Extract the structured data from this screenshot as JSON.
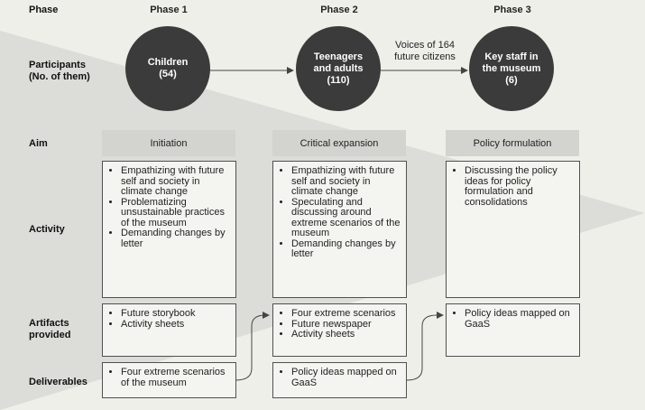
{
  "row_labels": {
    "phase": "Phase",
    "participants": [
      "Participants",
      "(No. of them)"
    ],
    "aim": "Aim",
    "activity": "Activity",
    "artifacts": [
      "Artifacts",
      "provided"
    ],
    "deliverables": "Deliverables"
  },
  "phases": [
    {
      "title": "Phase 1",
      "participants": [
        "Children",
        "(54)"
      ],
      "aim": "Initiation",
      "activities": [
        "Empathizing with future self and society in climate change",
        "Problematizing unsustainable practices of the museum",
        "Demanding changes by letter"
      ],
      "artifacts": [
        "Future storybook",
        "Activity sheets"
      ],
      "deliverables": [
        "Four extreme scenarios of the museum"
      ]
    },
    {
      "title": "Phase 2",
      "participants": [
        "Teenagers",
        "and adults",
        "(110)"
      ],
      "aim": "Critical expansion",
      "activities": [
        "Empathizing with future self and society in climate change",
        "Speculating and discussing around extreme scenarios of the museum",
        "Demanding changes by letter"
      ],
      "artifacts": [
        "Four extreme scenarios",
        "Future newspaper",
        "Activity sheets"
      ],
      "deliverables": [
        "Policy ideas mapped on GaaS"
      ]
    },
    {
      "title": "Phase 3",
      "participants": [
        "Key staff in",
        "the museum",
        "(6)"
      ],
      "aim": "Policy formulation",
      "activities": [
        "Discussing the policy ideas for policy formulation and consolidations"
      ],
      "artifacts": [
        "Policy ideas mapped on GaaS"
      ],
      "deliverables": []
    }
  ],
  "flow_label": [
    "Voices of 164",
    "future citizens"
  ],
  "colors": {
    "background": "#efefea",
    "triangle": "#dcdcd8",
    "circle": "#3b3b3b",
    "aim_box": "#d3d3d0",
    "box_border": "#505050"
  }
}
